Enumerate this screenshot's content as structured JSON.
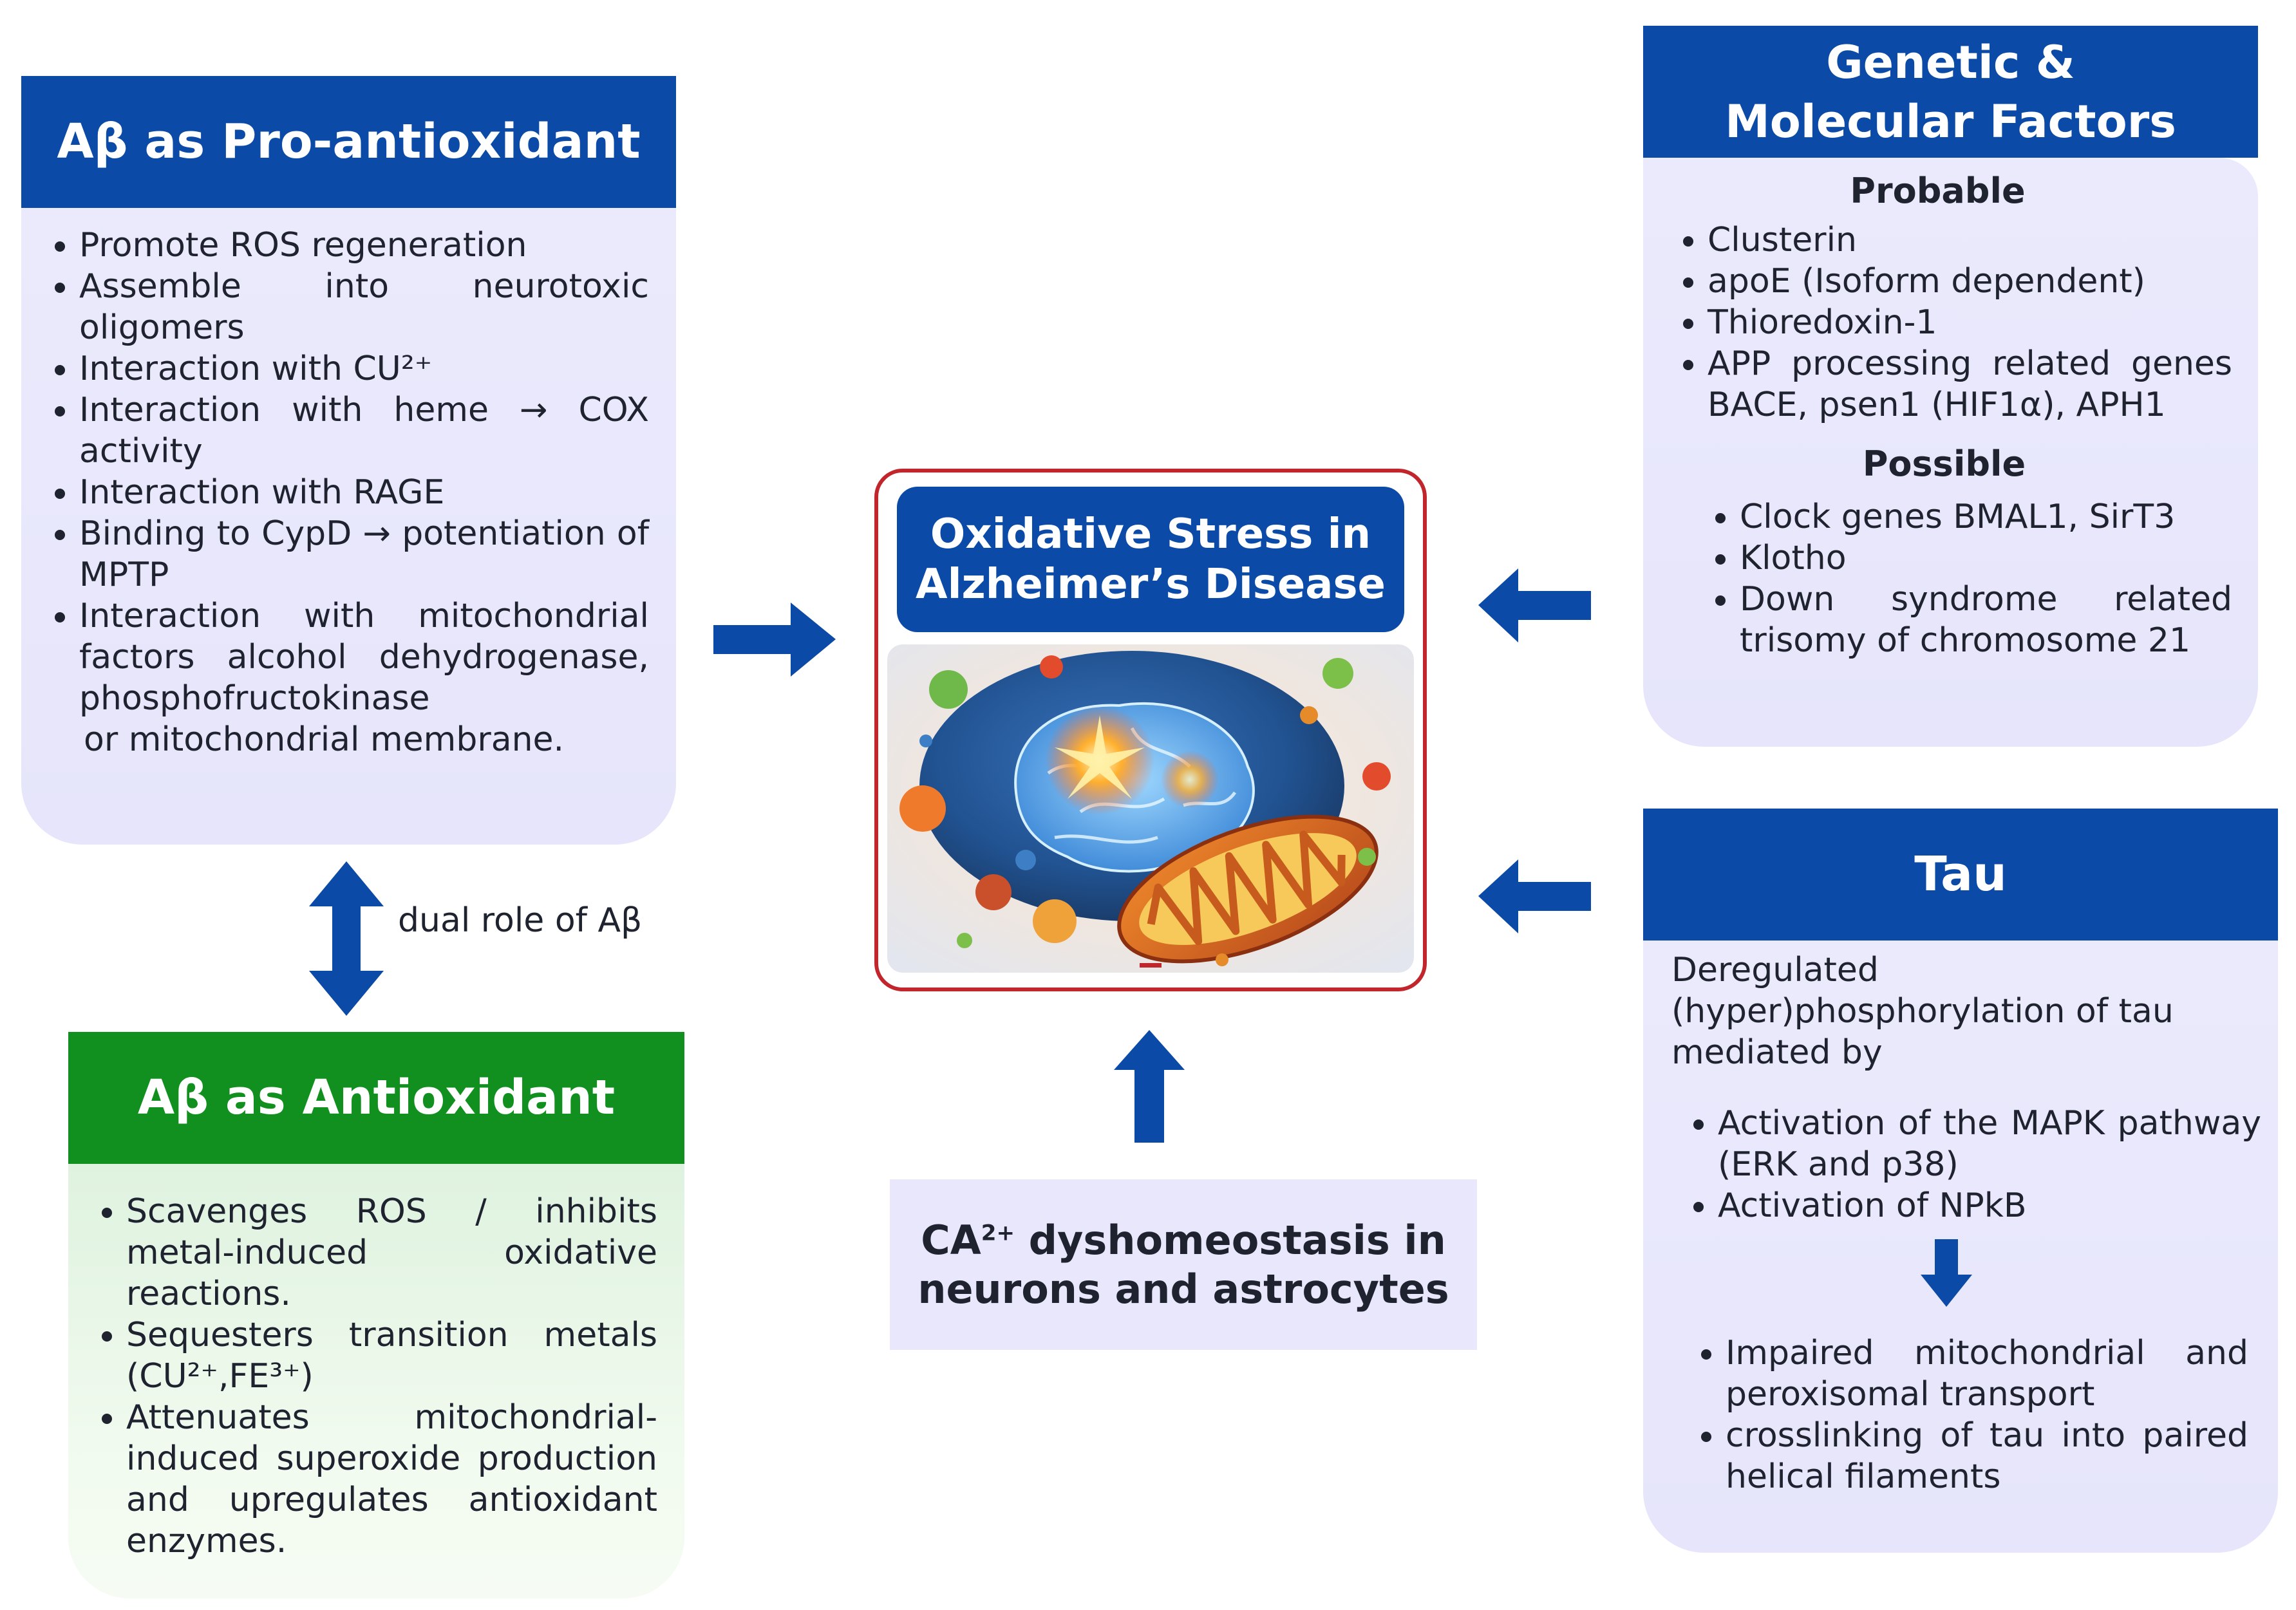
{
  "pro": {
    "title": "Aβ as Pro-antioxidant",
    "items": [
      "Promote ROS regeneration",
      "Assemble into neurotoxic oligomers",
      "Interaction with CU²⁺",
      "Interaction with heme → COX activity",
      "Interaction with RAGE",
      "Binding to CypD → potentiation of MPTP",
      "Interaction with mitochondrial factors alcohol dehydrogenase, phosphofructokinase"
    ],
    "tail": "or mitochondrial membrane."
  },
  "dual": {
    "label": "dual role of Aβ"
  },
  "anti": {
    "title": "Aβ as Antioxidant",
    "items": [
      "Scavenges ROS / inhibits metal-induced oxidative reactions.",
      "Sequesters transition metals (CU²⁺,FE³⁺)",
      "Attenuates mitochondrial-induced superoxide production and upregulates antioxidant enzymes."
    ]
  },
  "center": {
    "title_line1": "Oxidative Stress in",
    "title_line2": "Alzheimer’s Disease"
  },
  "ca": {
    "prefix": "CA",
    "sup": "2+",
    "line1_rest": " dyshomeostasis in",
    "line2": "neurons and astrocytes"
  },
  "genetic": {
    "title_line1": "Genetic &",
    "title_line2": "Molecular Factors",
    "probable_label": "Probable",
    "probable": [
      "Clusterin",
      "apoE (Isoform dependent)",
      "Thioredoxin-1",
      "APP processing related genes BACE, psen1 (HIF1α), APH1"
    ],
    "possible_label": "Possible",
    "possible": [
      "Clock genes BMAL1, SirT3",
      "Klotho",
      "Down syndrome related trisomy of chromosome 21"
    ]
  },
  "tau": {
    "title": "Tau",
    "intro": "Deregulated (hyper)phosphorylation of tau mediated by",
    "items1": [
      "Activation of the MAPK pathway (ERK and p38)",
      "Activation of NPkB"
    ],
    "items2": [
      "Impaired mitochondrial and peroxisomal transport",
      "crosslinking of tau into paired helical filaments"
    ]
  },
  "colors": {
    "blue_header": "#0b4aa6",
    "green_header": "#12901f",
    "arrow_blue": "#0b4aa6",
    "center_border": "#c0262b",
    "lavender_body": "#e8e7fb"
  }
}
